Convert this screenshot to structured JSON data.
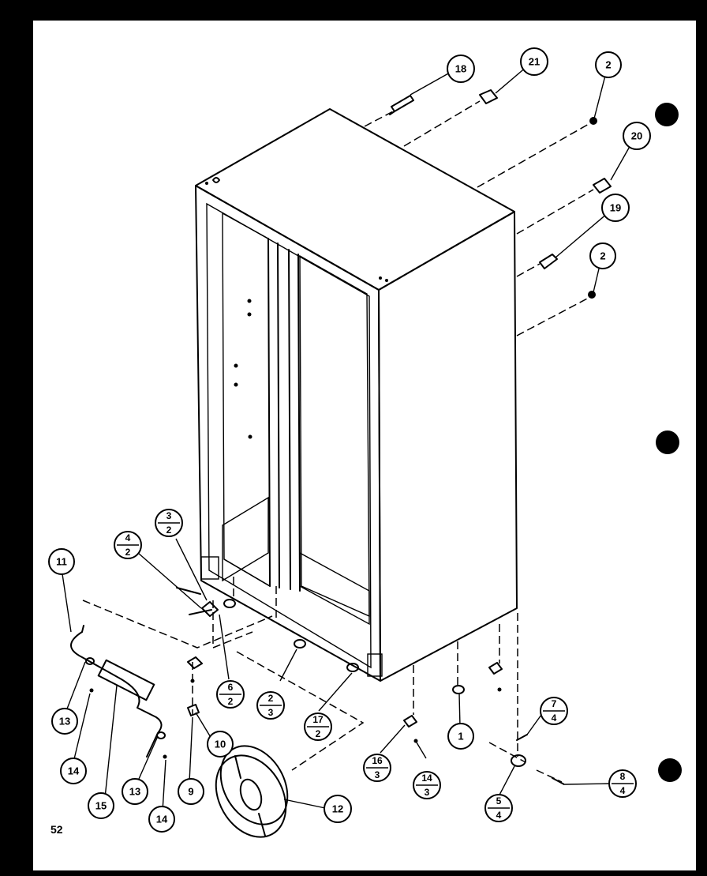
{
  "page_number": "52",
  "callouts": {
    "c18": "18",
    "c21": "21",
    "c2a": "2",
    "c20": "20",
    "c19": "19",
    "c2b": "2",
    "c11": "11",
    "c13a": "13",
    "c14a": "14",
    "c15": "15",
    "c13b": "13",
    "c14b": "14",
    "c9": "9",
    "c10": "10",
    "c12": "12",
    "c1": "1",
    "f42": {
      "top": "4",
      "bottom": "2"
    },
    "f32": {
      "top": "3",
      "bottom": "2"
    },
    "f62": {
      "top": "6",
      "bottom": "2"
    },
    "f23": {
      "top": "2",
      "bottom": "3"
    },
    "f172": {
      "top": "17",
      "bottom": "2"
    },
    "f163": {
      "top": "16",
      "bottom": "3"
    },
    "f143": {
      "top": "14",
      "bottom": "3"
    },
    "f74": {
      "top": "7",
      "bottom": "4"
    },
    "f84": {
      "top": "8",
      "bottom": "4"
    },
    "f54": {
      "top": "5",
      "bottom": "4"
    }
  }
}
